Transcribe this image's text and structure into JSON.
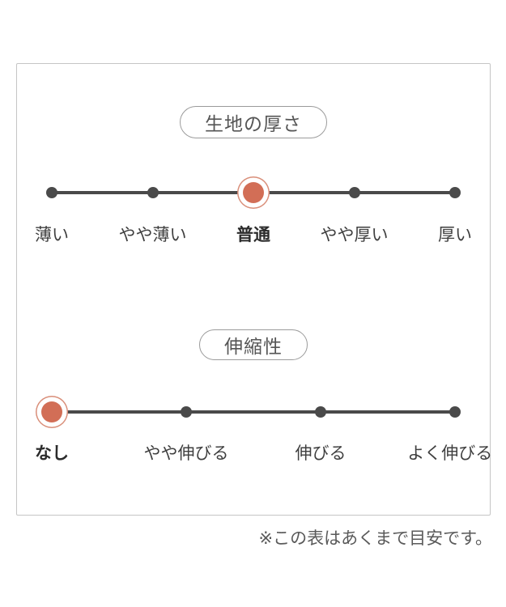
{
  "panel": {
    "footnote": "※この表はあくまで目安です。"
  },
  "scales": [
    {
      "id": "fabric-thickness",
      "title": "生地の厚さ",
      "items": [
        "薄い",
        "やや薄い",
        "普通",
        "やや厚い",
        "厚い"
      ],
      "selected_index": 2,
      "selected_label": "普通"
    },
    {
      "id": "stretchiness",
      "title": "伸縮性",
      "items": [
        "なし",
        "やや伸びる",
        "伸びる",
        "よく伸びる"
      ],
      "selected_index": 0,
      "selected_label": "なし"
    }
  ],
  "colors": {
    "selected_dot": "#d26e56",
    "selected_ring": "#d98e79",
    "dot": "#4a4a4a",
    "line": "#4a4a4a",
    "box_border": "#c5c5c5"
  }
}
